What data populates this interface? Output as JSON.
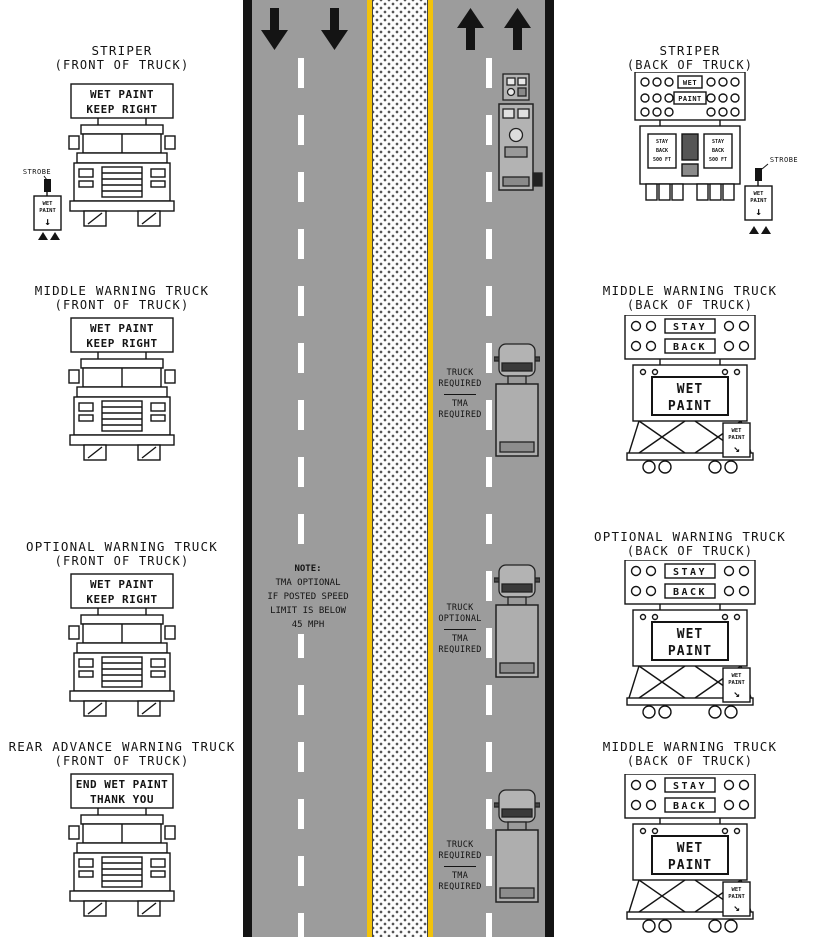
{
  "colors": {
    "road_gray": "#9c9c9c",
    "edge_line_black": "#141414",
    "lane_marking_white": "#ffffff",
    "center_line_yellow": "#f2c20a",
    "vehicle_gray": "#b3b3b3",
    "windshield_dark": "#3a3a3a"
  },
  "front_trucks": [
    {
      "title": "STRIPER",
      "subtitle": "(FRONT OF TRUCK)",
      "sign_line1": "WET PAINT",
      "sign_line2": "KEEP RIGHT",
      "strobe_label": "STROBE",
      "post_sign_line1": "WET",
      "post_sign_line2": "PAINT",
      "post_sign_arrow": "↓"
    },
    {
      "title": "MIDDLE WARNING TRUCK",
      "subtitle": "(FRONT OF TRUCK)",
      "sign_line1": "WET PAINT",
      "sign_line2": "KEEP RIGHT"
    },
    {
      "title": "OPTIONAL WARNING TRUCK",
      "subtitle": "(FRONT OF TRUCK)",
      "sign_line1": "WET PAINT",
      "sign_line2": "KEEP RIGHT"
    },
    {
      "title": "REAR ADVANCE WARNING TRUCK",
      "subtitle": "(FRONT OF TRUCK)",
      "sign_line1": "END WET PAINT",
      "sign_line2": "THANK YOU"
    }
  ],
  "back_trucks": [
    {
      "title": "STRIPER",
      "subtitle": "(BACK OF TRUCK)",
      "panel_line1": "WET",
      "panel_line2": "PAINT",
      "stay_line1": "STAY",
      "stay_line2": "BACK",
      "stay_line3": "500 FT",
      "strobe_label": "STROBE",
      "post_sign_line1": "WET",
      "post_sign_line2": "PAINT",
      "post_sign_arrow": "↓"
    },
    {
      "title": "MIDDLE WARNING TRUCK",
      "subtitle": "(BACK OF TRUCK)",
      "board_line1": "STAY",
      "board_line2": "BACK",
      "panel_line1": "WET",
      "panel_line2": "PAINT",
      "post_sign_line1": "WET",
      "post_sign_line2": "PAINT",
      "post_sign_arrow": "↘"
    },
    {
      "title": "OPTIONAL WARNING TRUCK",
      "subtitle": "(BACK OF TRUCK)",
      "board_line1": "STAY",
      "board_line2": "BACK",
      "panel_line1": "WET",
      "panel_line2": "PAINT",
      "post_sign_line1": "WET",
      "post_sign_line2": "PAINT",
      "post_sign_arrow": "↘"
    },
    {
      "title": "MIDDLE WARNING TRUCK",
      "subtitle": "(BACK OF TRUCK)",
      "board_line1": "STAY",
      "board_line2": "BACK",
      "panel_line1": "WET",
      "panel_line2": "PAINT",
      "post_sign_line1": "WET",
      "post_sign_line2": "PAINT",
      "post_sign_arrow": "↘"
    }
  ],
  "road": {
    "note_line1": "NOTE:",
    "note_line2": "TMA OPTIONAL",
    "note_line3": "IF POSTED SPEED",
    "note_line4": "LIMIT IS BELOW",
    "note_line5": "45 MPH",
    "callouts": [
      {
        "line1": "TRUCK",
        "line2": "REQUIRED",
        "line3": "TMA",
        "line4": "REQUIRED"
      },
      {
        "line1": "TRUCK",
        "line2": "OPTIONAL",
        "line3": "TMA",
        "line4": "REQUIRED"
      },
      {
        "line1": "TRUCK",
        "line2": "REQUIRED",
        "line3": "TMA",
        "line4": "REQUIRED"
      }
    ]
  }
}
